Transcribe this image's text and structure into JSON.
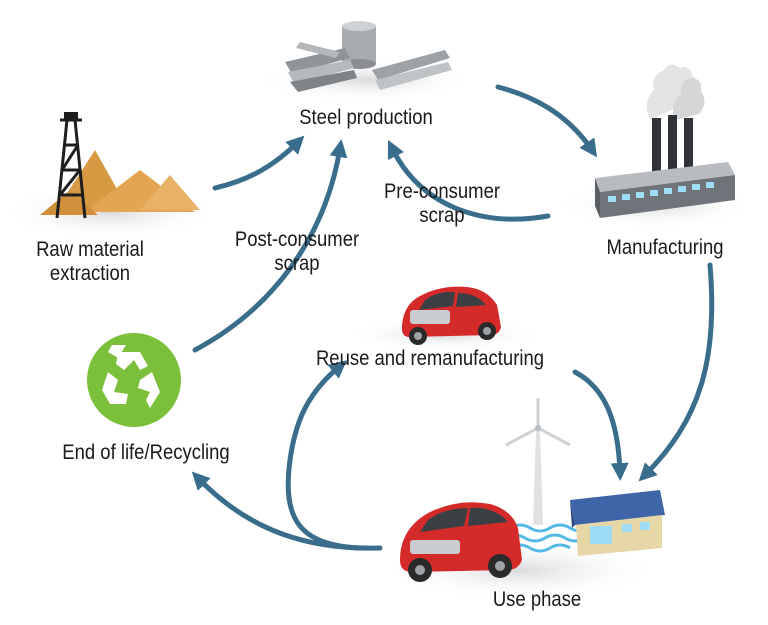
{
  "stages": {
    "steel_production": "Steel production",
    "raw_material": {
      "line1": "Raw material",
      "line2": "extraction"
    },
    "manufacturing": "Manufacturing",
    "pre_consumer": {
      "line1": "Pre-consumer",
      "line2": "scrap"
    },
    "post_consumer": {
      "line1": "Post-consumer",
      "line2": "scrap"
    },
    "reuse": "Reuse and remanufacturing",
    "end_of_life": "End of life/Recycling",
    "use_phase": "Use phase"
  },
  "colors": {
    "arrow": "#3a6d8c",
    "recycle_green": "#7cbf3a",
    "car_red": "#d42a2a",
    "sand": "#e3a552",
    "factory_gray": "#6f747a",
    "house_blue": "#3f64a8"
  },
  "icons": [
    "steel-beams-icon",
    "oil-derrick-icon",
    "factory-icon",
    "red-car-icon",
    "recycle-icon",
    "wind-turbine-icon",
    "house-icon"
  ]
}
